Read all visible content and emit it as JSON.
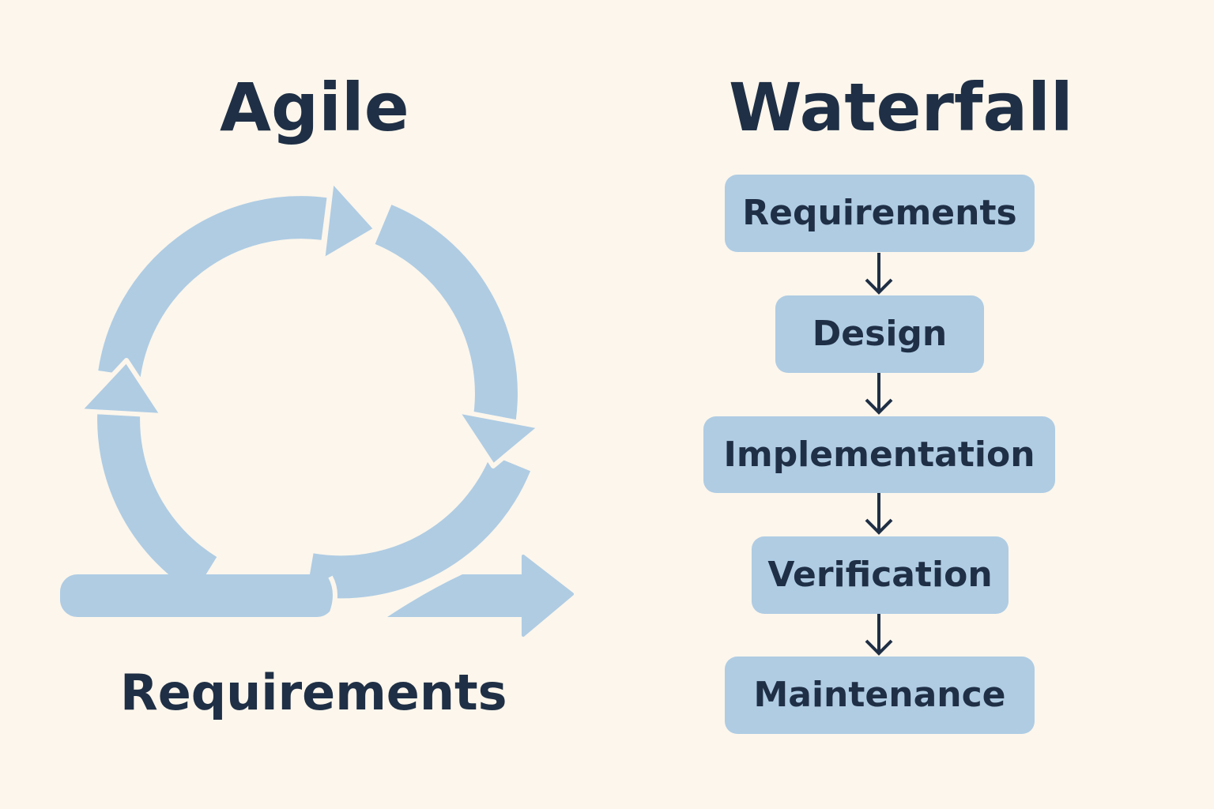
{
  "agile": {
    "title": "Agile",
    "caption": "Requirements",
    "icon": "cycle-arrows-icon",
    "color": "#afcce3"
  },
  "waterfall": {
    "title": "Waterfall",
    "steps": [
      "Requirements",
      "Design",
      "Implementation",
      "Verification",
      "Maintenance"
    ],
    "arrow_icon": "arrow-down-icon",
    "box_color": "#afcce3",
    "text_color": "#1f2f45"
  }
}
